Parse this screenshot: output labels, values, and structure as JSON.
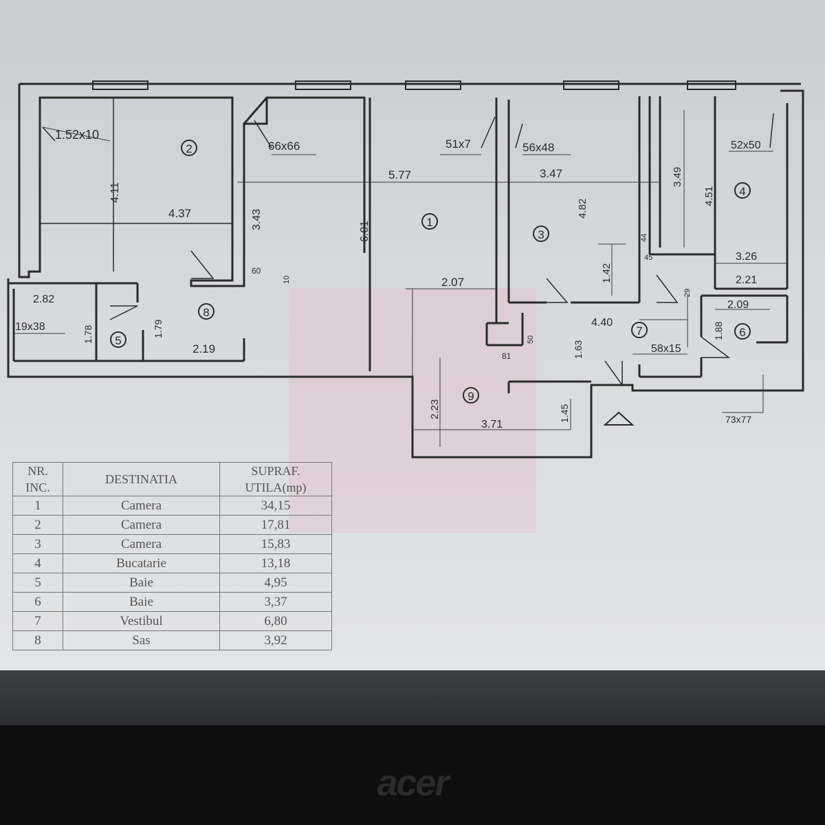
{
  "plan": {
    "rooms": [
      {
        "id": "1",
        "label": "1"
      },
      {
        "id": "2",
        "label": "2"
      },
      {
        "id": "3",
        "label": "3"
      },
      {
        "id": "4",
        "label": "4"
      },
      {
        "id": "5",
        "label": "5"
      },
      {
        "id": "6",
        "label": "6"
      },
      {
        "id": "7",
        "label": "7"
      },
      {
        "id": "8",
        "label": "8"
      },
      {
        "id": "9",
        "label": "9"
      }
    ],
    "dimensions": {
      "d_152x10": "1.52x10",
      "d_411": "4.11",
      "d_437": "4.37",
      "d_66x66": "66x66",
      "d_343": "3.43",
      "d_577": "5.77",
      "d_601": "6.01",
      "d_51x7": "51x7",
      "d_56x48": "56x48",
      "d_347": "3.47",
      "d_482": "4.82",
      "d_349": "3.49",
      "d_451": "4.51",
      "d_52x50": "52x50",
      "d_326": "3.26",
      "d_221": "2.21",
      "d_209": "2.09",
      "d_188": "1.88",
      "d_29": "29",
      "d_44": "44",
      "d_45": "45",
      "d_142": "1.42",
      "d_440": "4.40",
      "d_58x15": "58x15",
      "d_73x77": "73x77",
      "d_207": "2.07",
      "d_50": "50",
      "d_81": "81",
      "d_163": "1.63",
      "d_145": "1.45",
      "d_371": "3.71",
      "d_223": "2.23",
      "d_282": "2.82",
      "d_19x38": "19x38",
      "d_178": "1.78",
      "d_179": "1.79",
      "d_219": "2.19",
      "d_60": "60",
      "d_10": "10"
    }
  },
  "legend": {
    "headers": {
      "nr": "NR. INC.",
      "destinatia": "DESTINATIA",
      "supraf": "SUPRAF. UTILA(mp)"
    },
    "rows": [
      {
        "nr": "1",
        "destinatia": "Camera",
        "supraf": "34,15"
      },
      {
        "nr": "2",
        "destinatia": "Camera",
        "supraf": "17,81"
      },
      {
        "nr": "3",
        "destinatia": "Camera",
        "supraf": "15,83"
      },
      {
        "nr": "4",
        "destinatia": "Bucatarie",
        "supraf": "13,18"
      },
      {
        "nr": "5",
        "destinatia": "Baie",
        "supraf": "4,95"
      },
      {
        "nr": "6",
        "destinatia": "Baie",
        "supraf": "3,37"
      },
      {
        "nr": "7",
        "destinatia": "Vestibul",
        "supraf": "6,80"
      },
      {
        "nr": "8",
        "destinatia": "Sas",
        "supraf": "3,92"
      }
    ]
  },
  "laptop": {
    "brand": "acer"
  }
}
